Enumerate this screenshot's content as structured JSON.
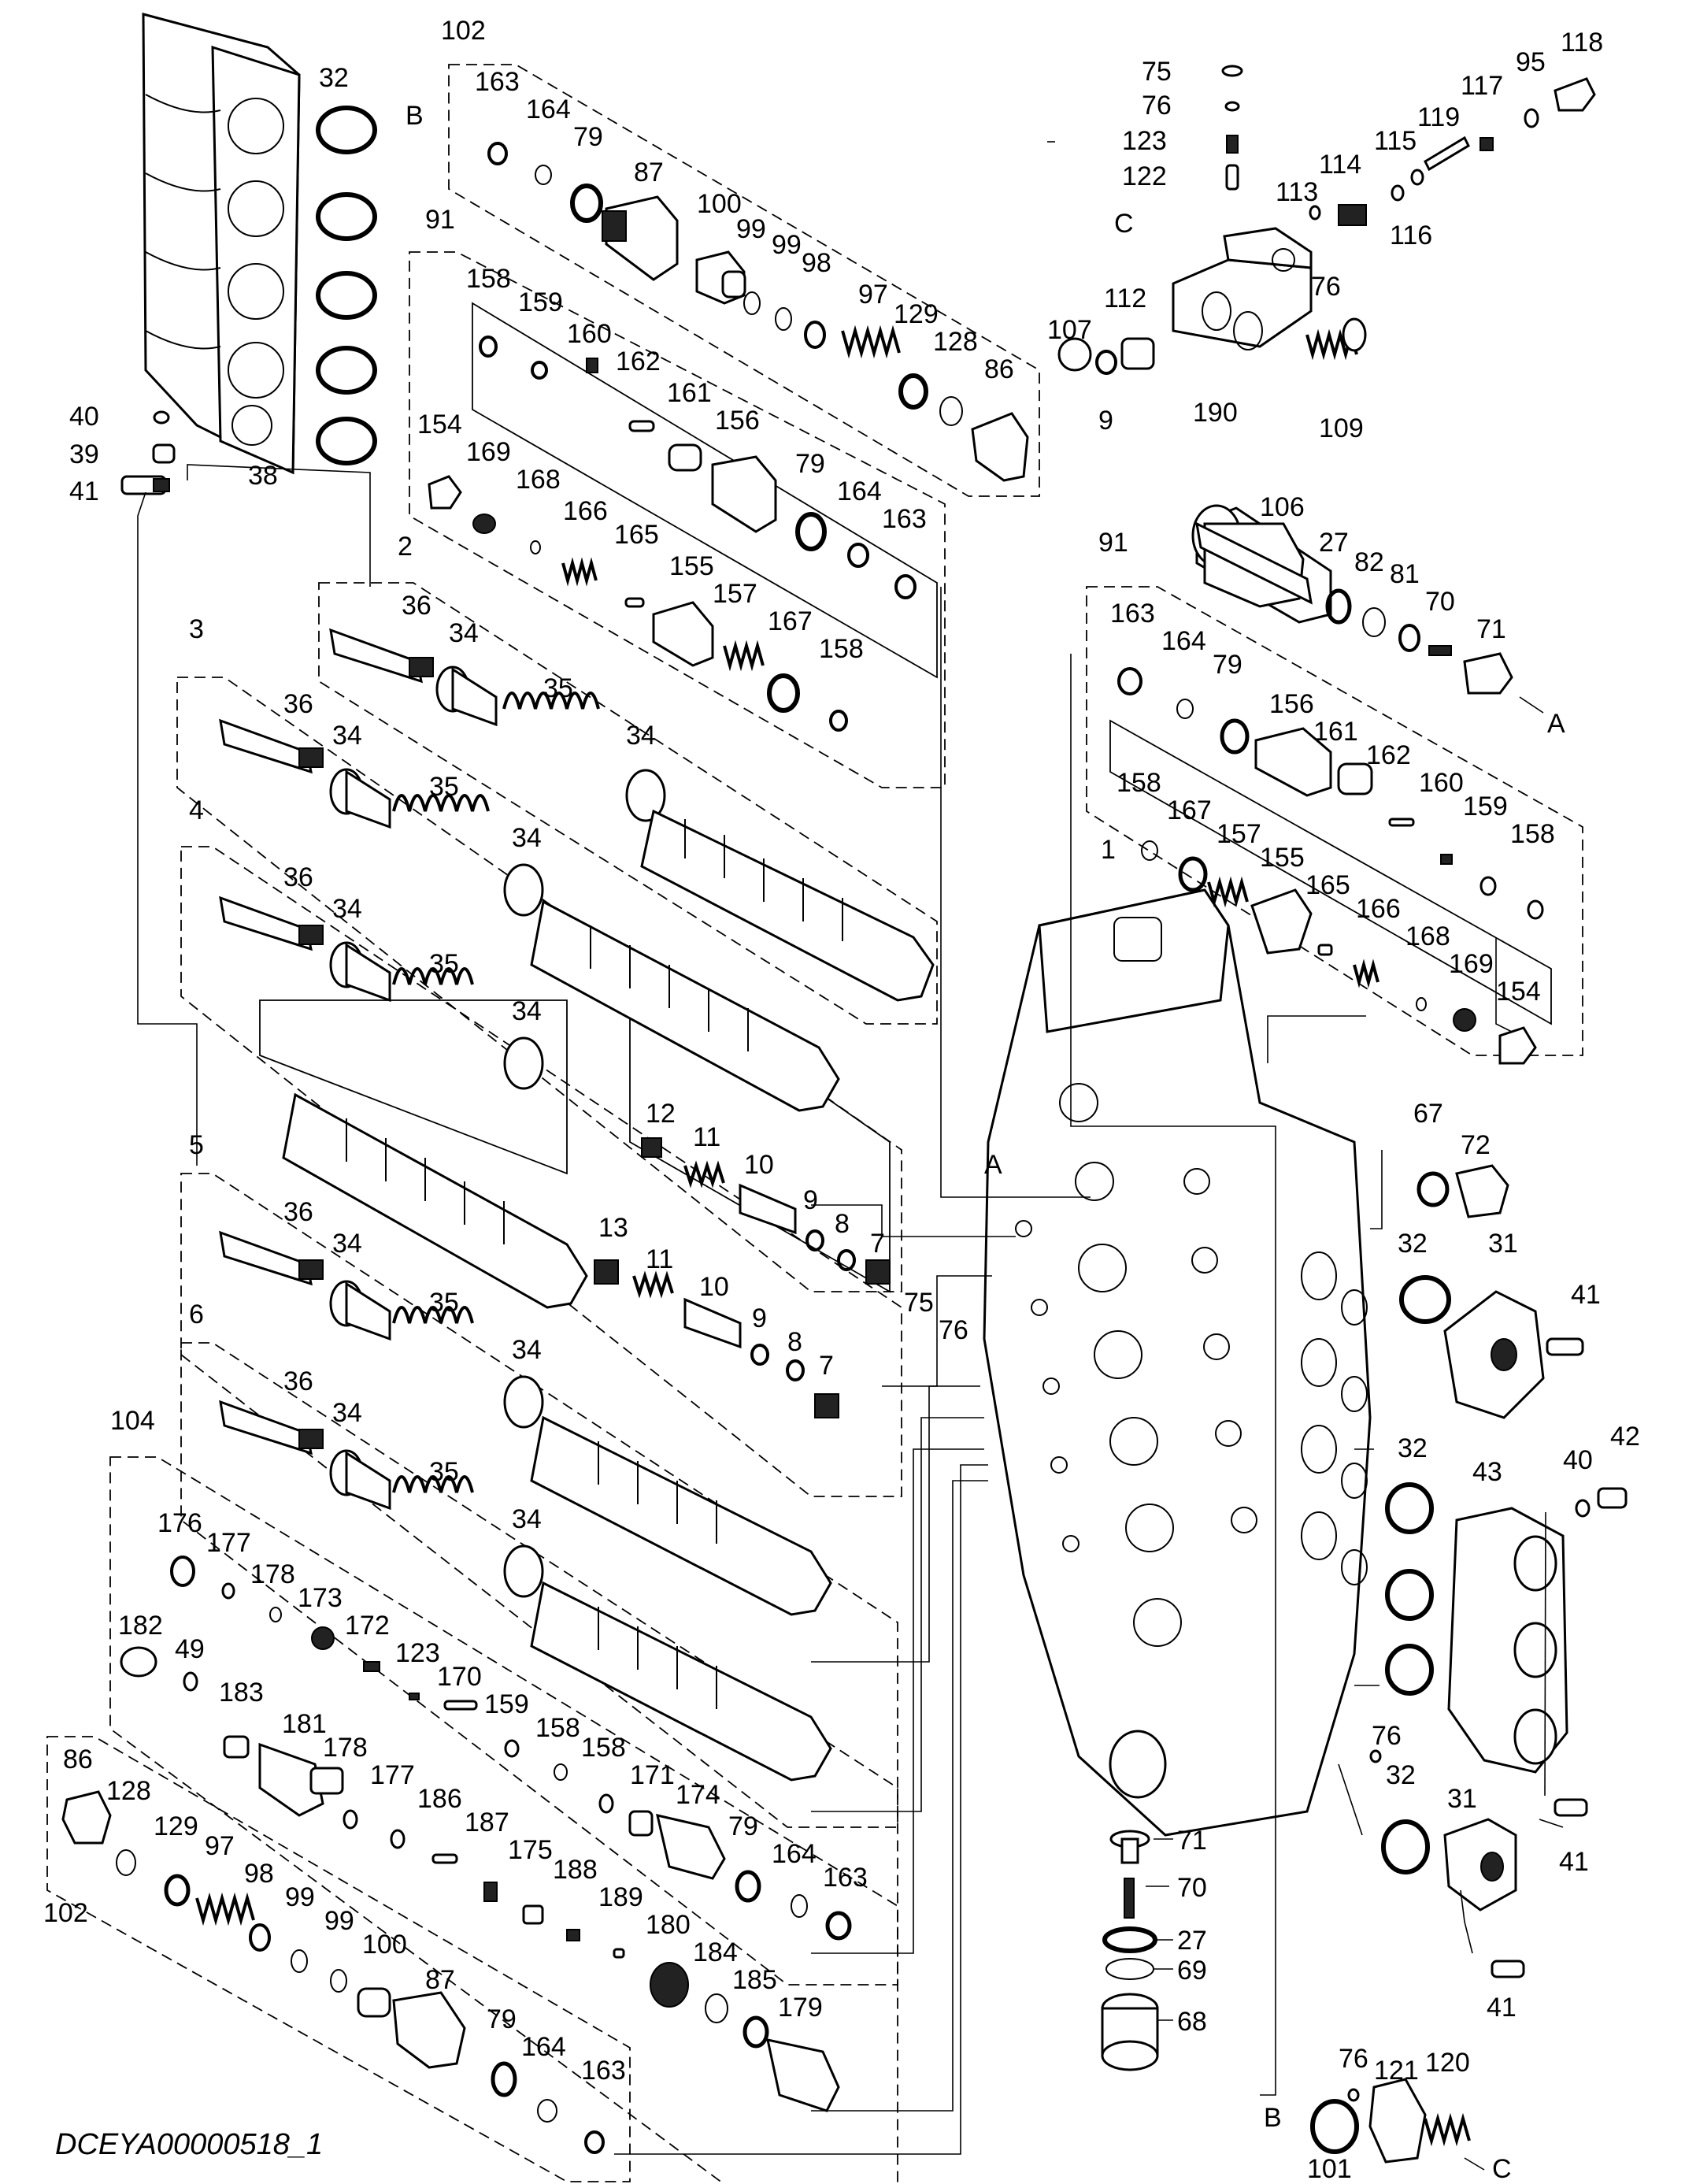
{
  "drawing_code": "DCEYA00000518_1",
  "callouts": [
    "1",
    "2",
    "3",
    "4",
    "5",
    "6",
    "7",
    "8",
    "9",
    "10",
    "11",
    "12",
    "13",
    "27",
    "31",
    "32",
    "34",
    "35",
    "36",
    "38",
    "39",
    "40",
    "41",
    "42",
    "43",
    "49",
    "67",
    "68",
    "69",
    "70",
    "71",
    "72",
    "75",
    "76",
    "79",
    "81",
    "82",
    "86",
    "87",
    "91",
    "95",
    "97",
    "98",
    "99",
    "100",
    "101",
    "102",
    "104",
    "106",
    "107",
    "109",
    "112",
    "113",
    "114",
    "115",
    "116",
    "117",
    "118",
    "119",
    "120",
    "121",
    "122",
    "123",
    "128",
    "129",
    "154",
    "155",
    "156",
    "157",
    "158",
    "159",
    "160",
    "161",
    "162",
    "163",
    "164",
    "165",
    "166",
    "167",
    "168",
    "169",
    "170",
    "171",
    "172",
    "173",
    "174",
    "175",
    "176",
    "177",
    "178",
    "179",
    "180",
    "181",
    "182",
    "183",
    "184",
    "185",
    "186",
    "187",
    "188",
    "189",
    "190"
  ],
  "connection_letters": [
    "A",
    "B",
    "C"
  ]
}
